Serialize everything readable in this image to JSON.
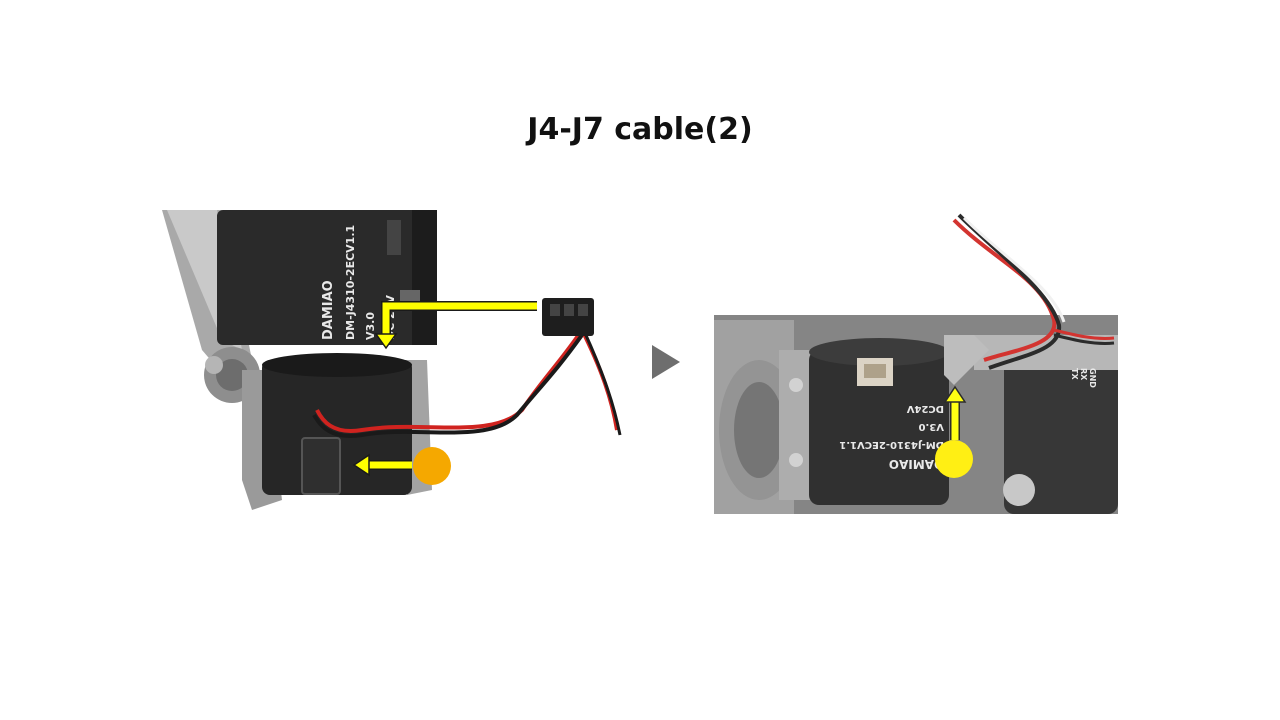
{
  "slide": {
    "title": "J4-J7 cable(2)"
  },
  "left_photo": {
    "motor_label": {
      "brand": "DAMIAO",
      "model": "DM-J4310-2ECV1.1",
      "version": "V3.0",
      "voltage": "DC 24V"
    },
    "marker_color": "#F5A800",
    "arrow_color": "#FFFF00"
  },
  "right_photo": {
    "motor_label": {
      "brand": "DAMIAO",
      "model": "DM-J4310-2ECV1.1",
      "version": "V3.0",
      "voltage": "DC24V"
    },
    "pin_labels": [
      "TX",
      "RX",
      "GND"
    ],
    "marker_color": "#FFEE00",
    "arrow_color": "#FFFF00"
  },
  "icons": {
    "next_step": "triangle-right-icon"
  }
}
